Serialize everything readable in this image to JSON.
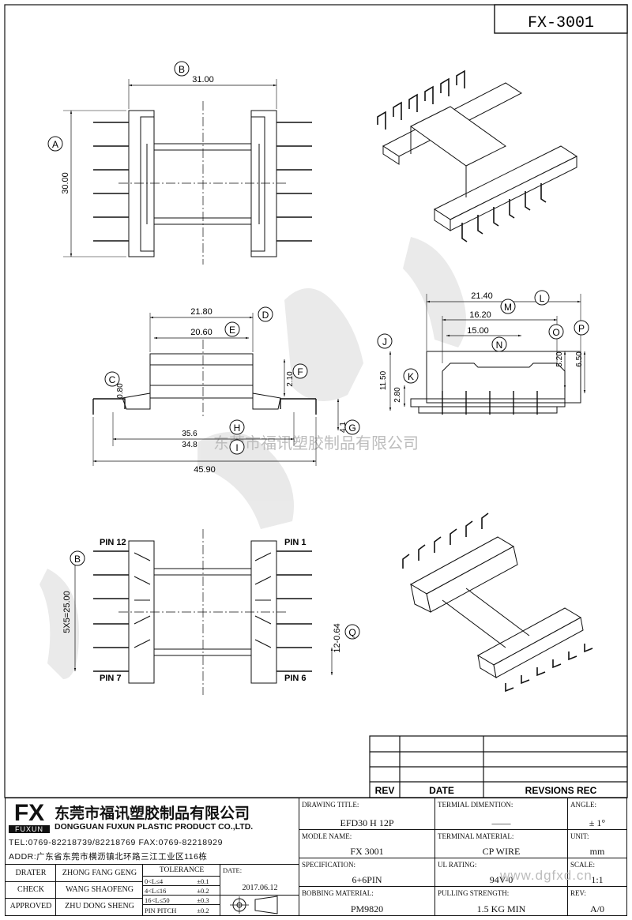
{
  "title": "FX-3001",
  "dims": {
    "A": {
      "letter": "A",
      "value": "30.00"
    },
    "B": {
      "letter": "B",
      "value": "31.00"
    },
    "C": {
      "letter": "C",
      "value": "0.80"
    },
    "D": {
      "letter": "D",
      "value": "21.80"
    },
    "E": {
      "letter": "E",
      "value": "20.60"
    },
    "F": {
      "letter": "F",
      "value": "2.10"
    },
    "G": {
      "letter": "G",
      "value": "4.1"
    },
    "H": {
      "letter": "H",
      "value": "35.6"
    },
    "I": {
      "letter": "I",
      "value": "34.8"
    },
    "J": {
      "letter": "J",
      "value": "11.50"
    },
    "K": {
      "letter": "K",
      "value": "2.80"
    },
    "L": {
      "letter": "L",
      "value": "21.40"
    },
    "M": {
      "letter": "M",
      "value": "16.20"
    },
    "N": {
      "letter": "N",
      "value": "15.00"
    },
    "O": {
      "letter": "O",
      "value": "5.20"
    },
    "P": {
      "letter": "P",
      "value": "6.50"
    },
    "Q": {
      "letter": "Q",
      "value": "12-0.64"
    },
    "total": "45.90",
    "pitch": "5X5=25.00"
  },
  "pins": {
    "pin12": "PIN 12",
    "pin1": "PIN 1",
    "pin7": "PIN 7",
    "pin6": "PIN 6"
  },
  "watermark": "东莞市福讯塑胶制品有限公司",
  "watermark_url": "www.dgfxd.cn",
  "revision": {
    "rev": "REV",
    "date": "DATE",
    "records": "REVSIONS REC"
  },
  "company": {
    "logo": "FX",
    "logo_sub": "FUXUN",
    "name_cn": "东莞市福讯塑胶制品有限公司",
    "name_en": "DONGGUAN FUXUN PLASTIC PRODUCT CO.,LTD.",
    "tel": "TEL:0769-82218739/82218769 FAX:0769-82218929",
    "addr": "ADDR:广东省东莞市横沥镇北环路三江工业区116栋"
  },
  "people": {
    "drater_label": "DRATER",
    "drater": "ZHONG FANG GENG",
    "check_label": "CHECK",
    "check": "WANG SHAOFENG",
    "approved_label": "APPROVED",
    "approved": "ZHU DONG SHENG"
  },
  "tolerance": {
    "header": "TOLERANCE",
    "rows": [
      {
        "range": "0<L≤4",
        "tol": "±0.1"
      },
      {
        "range": "4<L≤16",
        "tol": "±0.2"
      },
      {
        "range": "16<L≤50",
        "tol": "±0.3"
      },
      {
        "range": "PIN PITCH",
        "tol": "±0.2"
      }
    ]
  },
  "date": {
    "label": "DATE:",
    "value": "2017.06.12"
  },
  "fields": {
    "drawing_title_label": "DRAWING TITLE:",
    "drawing_title": "EFD30 H 12P",
    "terminal_dim_label": "TERMIAL DIMENTION:",
    "terminal_dim": "——",
    "angle_label": "ANGLE:",
    "angle": "± 1°",
    "model_label": "MODLE NAME:",
    "model": "FX 3001",
    "terminal_mat_label": "TERMINAL MATERIAL:",
    "terminal_mat": "CP WIRE",
    "unit_label": "UNIT:",
    "unit": "mm",
    "spec_label": "SPECIFICATION:",
    "spec": "6+6PIN",
    "ul_label": "UL RATING:",
    "ul": "94V-0",
    "scale_label": "SCALE:",
    "scale": "1:1",
    "bobbin_label": "BOBBING MATERIAL:",
    "bobbin": "PM9820",
    "pull_label": "PULLING STRENGTH:",
    "pull": "1.5 KG MIN",
    "rev_label": "REV:",
    "rev": "A/0"
  },
  "colors": {
    "ink": "#111111",
    "watermark": "#d9d9d9",
    "blue": "#1f3a8a"
  }
}
